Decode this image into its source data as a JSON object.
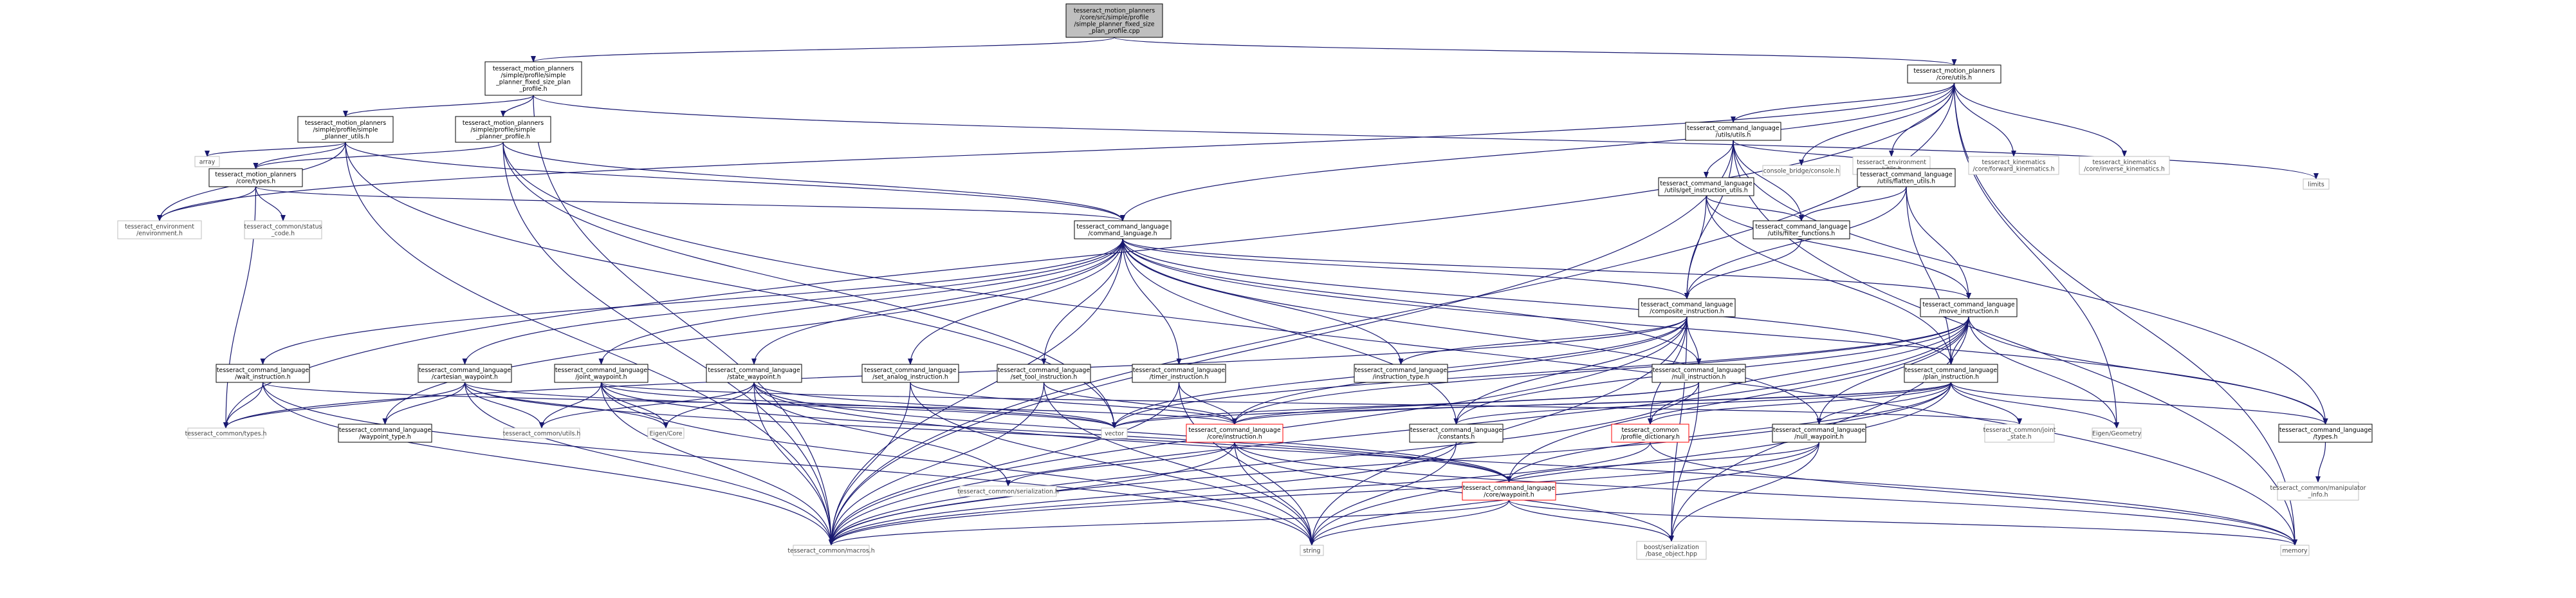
{
  "colors": {
    "edge": "#191970",
    "box_fill": "#ffffff",
    "box_border": "#000000",
    "root_fill": "#bfbfbf",
    "external_border": "#bfbfbf",
    "incomplete_border": "#ff0000"
  },
  "nodes": [
    {
      "id": "root",
      "kind": "root",
      "lines": [
        "tesseract_motion_planners",
        "/core/src/simple/profile",
        "/simple_planner_fixed_size",
        "_plan_profile.cpp"
      ]
    },
    {
      "id": "fixed_size_plan_profile",
      "kind": "normal",
      "lines": [
        "tesseract_motion_planners",
        "/simple/profile/simple",
        "_planner_fixed_size_plan",
        "_profile.h"
      ]
    },
    {
      "id": "core_utils",
      "kind": "normal",
      "lines": [
        "tesseract_motion_planners",
        "/core/utils.h"
      ]
    },
    {
      "id": "simple_planner_utils",
      "kind": "normal",
      "lines": [
        "tesseract_motion_planners",
        "/simple/profile/simple",
        "_planner_utils.h"
      ]
    },
    {
      "id": "simple_planner_profile",
      "kind": "normal",
      "lines": [
        "tesseract_motion_planners",
        "/simple/profile/simple",
        "_planner_profile.h"
      ]
    },
    {
      "id": "array",
      "kind": "external",
      "lines": [
        "array"
      ]
    },
    {
      "id": "core_types",
      "kind": "normal",
      "lines": [
        "tesseract_motion_planners",
        "/core/types.h"
      ]
    },
    {
      "id": "env_environment",
      "kind": "external",
      "lines": [
        "tesseract_environment",
        "/environment.h"
      ]
    },
    {
      "id": "status_code",
      "kind": "external",
      "lines": [
        "tesseract_common/status",
        "_code.h"
      ]
    },
    {
      "id": "cmd_utils",
      "kind": "normal",
      "lines": [
        "tesseract_command_language",
        "/utils/utils.h"
      ]
    },
    {
      "id": "console_bridge",
      "kind": "external",
      "lines": [
        "console_bridge/console.h"
      ]
    },
    {
      "id": "env_utils",
      "kind": "external",
      "lines": [
        "tesseract_environment",
        "/utils.h"
      ]
    },
    {
      "id": "fwd_kin",
      "kind": "external",
      "lines": [
        "tesseract_kinematics",
        "/core/forward_kinematics.h"
      ]
    },
    {
      "id": "inv_kin",
      "kind": "external",
      "lines": [
        "tesseract_kinematics",
        "/core/inverse_kinematics.h"
      ]
    },
    {
      "id": "limits",
      "kind": "external",
      "lines": [
        "limits"
      ]
    },
    {
      "id": "get_instruction_utils",
      "kind": "normal",
      "lines": [
        "tesseract_command_language",
        "/utils/get_instruction_utils.h"
      ]
    },
    {
      "id": "flatten_utils",
      "kind": "normal",
      "lines": [
        "tesseract_command_language",
        "/utils/flatten_utils.h"
      ]
    },
    {
      "id": "filter_functions",
      "kind": "normal",
      "lines": [
        "tesseract_command_language",
        "/utils/filter_functions.h"
      ]
    },
    {
      "id": "command_language",
      "kind": "normal",
      "lines": [
        "tesseract_command_language",
        "/command_language.h"
      ]
    },
    {
      "id": "composite_instruction",
      "kind": "normal",
      "lines": [
        "tesseract_command_language",
        "/composite_instruction.h"
      ]
    },
    {
      "id": "move_instruction",
      "kind": "normal",
      "lines": [
        "tesseract_command_language",
        "/move_instruction.h"
      ]
    },
    {
      "id": "wait_instruction",
      "kind": "normal",
      "lines": [
        "tesseract_command_language",
        "/wait_instruction.h"
      ]
    },
    {
      "id": "cartesian_waypoint",
      "kind": "normal",
      "lines": [
        "tesseract_command_language",
        "/cartesian_waypoint.h"
      ]
    },
    {
      "id": "joint_waypoint",
      "kind": "normal",
      "lines": [
        "tesseract_command_language",
        "/joint_waypoint.h"
      ]
    },
    {
      "id": "state_waypoint",
      "kind": "normal",
      "lines": [
        "tesseract_command_language",
        "/state_waypoint.h"
      ]
    },
    {
      "id": "set_analog_instruction",
      "kind": "normal",
      "lines": [
        "tesseract_command_language",
        "/set_analog_instruction.h"
      ]
    },
    {
      "id": "set_tool_instruction",
      "kind": "normal",
      "lines": [
        "tesseract_command_language",
        "/set_tool_instruction.h"
      ]
    },
    {
      "id": "timer_instruction",
      "kind": "normal",
      "lines": [
        "tesseract_command_language",
        "/timer_instruction.h"
      ]
    },
    {
      "id": "instruction_type",
      "kind": "normal",
      "lines": [
        "tesseract_command_language",
        "/instruction_type.h"
      ]
    },
    {
      "id": "null_instruction",
      "kind": "normal",
      "lines": [
        "tesseract_command_language",
        "/null_instruction.h"
      ]
    },
    {
      "id": "plan_instruction",
      "kind": "normal",
      "lines": [
        "tesseract_command_language",
        "/plan_instruction.h"
      ]
    },
    {
      "id": "common_types",
      "kind": "external",
      "lines": [
        "tesseract_common/types.h"
      ]
    },
    {
      "id": "waypoint_type",
      "kind": "normal",
      "lines": [
        "tesseract_command_language",
        "/waypoint_type.h"
      ]
    },
    {
      "id": "common_utils",
      "kind": "external",
      "lines": [
        "tesseract_common/utils.h"
      ]
    },
    {
      "id": "eigen_core",
      "kind": "external",
      "lines": [
        "Eigen/Core"
      ]
    },
    {
      "id": "vector",
      "kind": "external",
      "lines": [
        "vector"
      ]
    },
    {
      "id": "core_instruction",
      "kind": "incomplete",
      "lines": [
        "tesseract_command_language",
        "/core/instruction.h"
      ]
    },
    {
      "id": "constants",
      "kind": "normal",
      "lines": [
        "tesseract_command_language",
        "/constants.h"
      ]
    },
    {
      "id": "profile_dictionary",
      "kind": "incomplete",
      "lines": [
        "tesseract_common",
        "/profile_dictionary.h"
      ]
    },
    {
      "id": "null_waypoint",
      "kind": "normal",
      "lines": [
        "tesseract_command_language",
        "/null_waypoint.h"
      ]
    },
    {
      "id": "joint_state",
      "kind": "external",
      "lines": [
        "tesseract_common/joint",
        "_state.h"
      ]
    },
    {
      "id": "eigen_geometry",
      "kind": "external",
      "lines": [
        "Eigen/Geometry"
      ]
    },
    {
      "id": "cmd_types",
      "kind": "normal",
      "lines": [
        "tesseract_command_language",
        "/types.h"
      ]
    },
    {
      "id": "serialization",
      "kind": "external",
      "lines": [
        "tesseract_common/serialization.h"
      ]
    },
    {
      "id": "core_waypoint",
      "kind": "incomplete",
      "lines": [
        "tesseract_command_language",
        "/core/waypoint.h"
      ]
    },
    {
      "id": "manipulator_info",
      "kind": "external",
      "lines": [
        "tesseract_common/manipulator",
        "_info.h"
      ]
    },
    {
      "id": "macros",
      "kind": "external",
      "lines": [
        "tesseract_common/macros.h"
      ]
    },
    {
      "id": "string",
      "kind": "external",
      "lines": [
        "string"
      ]
    },
    {
      "id": "base_object",
      "kind": "external",
      "lines": [
        "boost/serialization",
        "/base_object.hpp"
      ]
    },
    {
      "id": "memory",
      "kind": "external",
      "lines": [
        "memory"
      ]
    }
  ],
  "edges": [
    [
      "root",
      "fixed_size_plan_profile"
    ],
    [
      "root",
      "core_utils"
    ],
    [
      "fixed_size_plan_profile",
      "simple_planner_utils"
    ],
    [
      "fixed_size_plan_profile",
      "simple_planner_profile"
    ],
    [
      "fixed_size_plan_profile",
      "macros"
    ],
    [
      "fixed_size_plan_profile",
      "limits"
    ],
    [
      "simple_planner_utils",
      "array"
    ],
    [
      "simple_planner_utils",
      "core_types"
    ],
    [
      "simple_planner_utils",
      "command_language"
    ],
    [
      "simple_planner_utils",
      "macros"
    ],
    [
      "simple_planner_utils",
      "vector"
    ],
    [
      "simple_planner_utils",
      "env_environment"
    ],
    [
      "simple_planner_profile",
      "core_types"
    ],
    [
      "simple_planner_profile",
      "command_language"
    ],
    [
      "simple_planner_profile",
      "macros"
    ],
    [
      "simple_planner_profile",
      "vector"
    ],
    [
      "simple_planner_profile",
      "memory"
    ],
    [
      "core_types",
      "env_environment"
    ],
    [
      "core_types",
      "status_code"
    ],
    [
      "core_types",
      "common_types"
    ],
    [
      "core_types",
      "command_language"
    ],
    [
      "core_utils",
      "cmd_utils"
    ],
    [
      "core_utils",
      "console_bridge"
    ],
    [
      "core_utils",
      "env_utils"
    ],
    [
      "core_utils",
      "fwd_kin"
    ],
    [
      "core_utils",
      "inv_kin"
    ],
    [
      "core_utils",
      "command_language"
    ],
    [
      "core_utils",
      "macros"
    ],
    [
      "core_utils",
      "memory"
    ],
    [
      "core_utils",
      "eigen_geometry"
    ],
    [
      "core_utils",
      "env_environment"
    ],
    [
      "core_utils",
      "common_types"
    ],
    [
      "cmd_utils",
      "get_instruction_utils"
    ],
    [
      "cmd_utils",
      "flatten_utils"
    ],
    [
      "cmd_utils",
      "filter_functions"
    ],
    [
      "cmd_utils",
      "composite_instruction"
    ],
    [
      "cmd_utils",
      "macros"
    ],
    [
      "cmd_utils",
      "cmd_types"
    ],
    [
      "cmd_utils",
      "memory"
    ],
    [
      "get_instruction_utils",
      "filter_functions"
    ],
    [
      "get_instruction_utils",
      "composite_instruction"
    ],
    [
      "get_instruction_utils",
      "move_instruction"
    ],
    [
      "get_instruction_utils",
      "plan_instruction"
    ],
    [
      "flatten_utils",
      "filter_functions"
    ],
    [
      "flatten_utils",
      "composite_instruction"
    ],
    [
      "flatten_utils",
      "move_instruction"
    ],
    [
      "flatten_utils",
      "plan_instruction"
    ],
    [
      "filter_functions",
      "composite_instruction"
    ],
    [
      "command_language",
      "wait_instruction"
    ],
    [
      "command_language",
      "cartesian_waypoint"
    ],
    [
      "command_language",
      "joint_waypoint"
    ],
    [
      "command_language",
      "state_waypoint"
    ],
    [
      "command_language",
      "set_analog_instruction"
    ],
    [
      "command_language",
      "set_tool_instruction"
    ],
    [
      "command_language",
      "timer_instruction"
    ],
    [
      "command_language",
      "instruction_type"
    ],
    [
      "command_language",
      "composite_instruction"
    ],
    [
      "command_language",
      "null_instruction"
    ],
    [
      "command_language",
      "move_instruction"
    ],
    [
      "command_language",
      "plan_instruction"
    ],
    [
      "command_language",
      "waypoint_type"
    ],
    [
      "command_language",
      "null_waypoint"
    ],
    [
      "command_language",
      "constants"
    ],
    [
      "command_language",
      "cmd_types"
    ],
    [
      "command_language",
      "macros"
    ],
    [
      "composite_instruction",
      "instruction_type"
    ],
    [
      "composite_instruction",
      "null_instruction"
    ],
    [
      "composite_instruction",
      "core_instruction"
    ],
    [
      "composite_instruction",
      "constants"
    ],
    [
      "composite_instruction",
      "profile_dictionary"
    ],
    [
      "composite_instruction",
      "macros"
    ],
    [
      "composite_instruction",
      "vector"
    ],
    [
      "composite_instruction",
      "string"
    ],
    [
      "composite_instruction",
      "base_object"
    ],
    [
      "composite_instruction",
      "common_types"
    ],
    [
      "move_instruction",
      "plan_instruction"
    ],
    [
      "move_instruction",
      "core_instruction"
    ],
    [
      "move_instruction",
      "core_waypoint"
    ],
    [
      "move_instruction",
      "null_waypoint"
    ],
    [
      "move_instruction",
      "constants"
    ],
    [
      "move_instruction",
      "eigen_geometry"
    ],
    [
      "move_instruction",
      "cmd_types"
    ],
    [
      "move_instruction",
      "profile_dictionary"
    ],
    [
      "move_instruction",
      "vector"
    ],
    [
      "move_instruction",
      "macros"
    ],
    [
      "move_instruction",
      "base_object"
    ],
    [
      "plan_instruction",
      "core_instruction"
    ],
    [
      "plan_instruction",
      "core_waypoint"
    ],
    [
      "plan_instruction",
      "null_waypoint"
    ],
    [
      "plan_instruction",
      "constants"
    ],
    [
      "plan_instruction",
      "eigen_geometry"
    ],
    [
      "plan_instruction",
      "cmd_types"
    ],
    [
      "plan_instruction",
      "profile_dictionary"
    ],
    [
      "plan_instruction",
      "vector"
    ],
    [
      "plan_instruction",
      "macros"
    ],
    [
      "plan_instruction",
      "joint_state"
    ],
    [
      "plan_instruction",
      "string"
    ],
    [
      "null_instruction",
      "core_instruction"
    ],
    [
      "null_instruction",
      "macros"
    ],
    [
      "null_instruction",
      "base_object"
    ],
    [
      "null_instruction",
      "vector"
    ],
    [
      "wait_instruction",
      "core_instruction"
    ],
    [
      "wait_instruction",
      "macros"
    ],
    [
      "wait_instruction",
      "common_types"
    ],
    [
      "wait_instruction",
      "string"
    ],
    [
      "cartesian_waypoint",
      "waypoint_type"
    ],
    [
      "cartesian_waypoint",
      "core_waypoint"
    ],
    [
      "cartesian_waypoint",
      "common_utils"
    ],
    [
      "cartesian_waypoint",
      "eigen_core"
    ],
    [
      "cartesian_waypoint",
      "vector"
    ],
    [
      "cartesian_waypoint",
      "macros"
    ],
    [
      "cartesian_waypoint",
      "common_types"
    ],
    [
      "joint_waypoint",
      "core_waypoint"
    ],
    [
      "joint_waypoint",
      "common_utils"
    ],
    [
      "joint_waypoint",
      "eigen_core"
    ],
    [
      "joint_waypoint",
      "vector"
    ],
    [
      "joint_waypoint",
      "macros"
    ],
    [
      "joint_waypoint",
      "string"
    ],
    [
      "joint_waypoint",
      "joint_state"
    ],
    [
      "state_waypoint",
      "core_waypoint"
    ],
    [
      "state_waypoint",
      "common_utils"
    ],
    [
      "state_waypoint",
      "eigen_core"
    ],
    [
      "state_waypoint",
      "vector"
    ],
    [
      "state_waypoint",
      "macros"
    ],
    [
      "state_waypoint",
      "serialization"
    ],
    [
      "state_waypoint",
      "memory"
    ],
    [
      "set_analog_instruction",
      "core_instruction"
    ],
    [
      "set_analog_instruction",
      "macros"
    ],
    [
      "set_analog_instruction",
      "string"
    ],
    [
      "set_tool_instruction",
      "core_instruction"
    ],
    [
      "set_tool_instruction",
      "macros"
    ],
    [
      "set_tool_instruction",
      "string"
    ],
    [
      "timer_instruction",
      "core_instruction"
    ],
    [
      "timer_instruction",
      "macros"
    ],
    [
      "timer_instruction",
      "string"
    ],
    [
      "core_instruction",
      "serialization"
    ],
    [
      "core_instruction",
      "macros"
    ],
    [
      "core_instruction",
      "string"
    ],
    [
      "core_instruction",
      "base_object"
    ],
    [
      "core_instruction",
      "memory"
    ],
    [
      "constants",
      "macros"
    ],
    [
      "constants",
      "string"
    ],
    [
      "profile_dictionary",
      "macros"
    ],
    [
      "profile_dictionary",
      "memory"
    ],
    [
      "null_waypoint",
      "core_waypoint"
    ],
    [
      "null_waypoint",
      "macros"
    ],
    [
      "null_waypoint",
      "string"
    ],
    [
      "null_waypoint",
      "base_object"
    ],
    [
      "core_waypoint",
      "macros"
    ],
    [
      "core_waypoint",
      "string"
    ],
    [
      "core_waypoint",
      "base_object"
    ],
    [
      "core_waypoint",
      "memory"
    ],
    [
      "cmd_types",
      "manipulator_info"
    ]
  ]
}
